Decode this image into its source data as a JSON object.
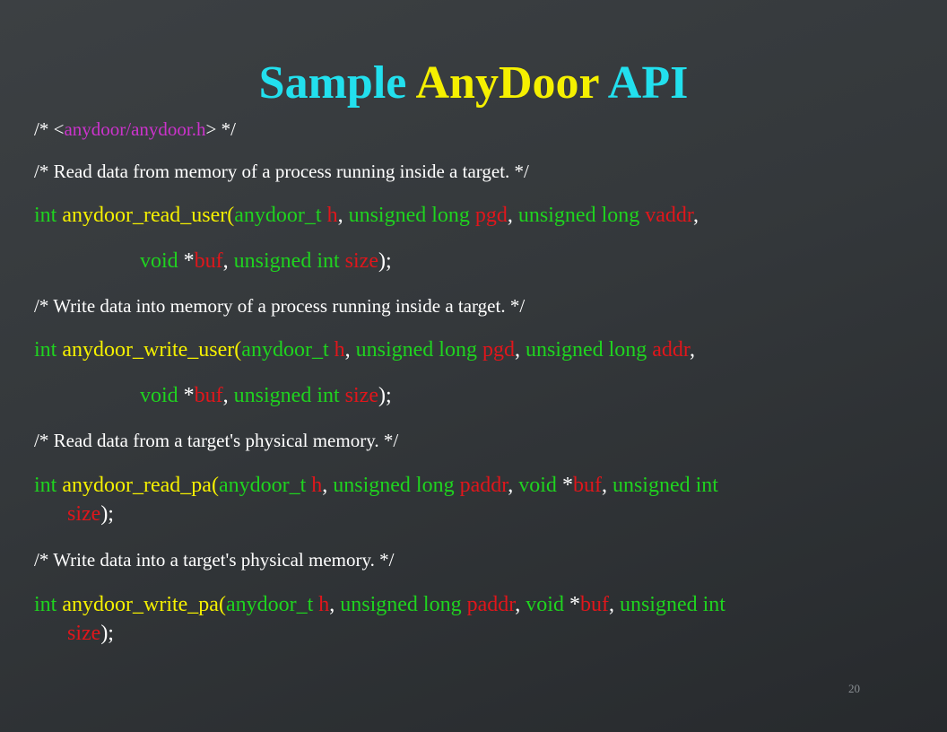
{
  "title": {
    "part1": "Sample ",
    "part2": "AnyDoor",
    "part3": " API"
  },
  "colors": {
    "title_cyan": "#22e0ee",
    "keyword_green": "#1fd31f",
    "function_yellow": "#f5f000",
    "param_red": "#e0161b",
    "header_magenta": "#cc33cc"
  },
  "header_line": {
    "open": "/* <",
    "file": "anydoor/anydoor.h",
    "close": "> */"
  },
  "functions": [
    {
      "comment": "/* Read data from memory of a process running inside a target. */",
      "ret": "int ",
      "name": "anydoor_read_user",
      "open": "(",
      "t1": "anydoor_t ",
      "p1": "h",
      "s1": ", ",
      "t2": "unsigned long ",
      "p2": "pgd",
      "s2": ", ",
      "t3": "unsigned long ",
      "p3": "vaddr",
      "s3": ",",
      "l2_t4": "void ",
      "l2_star": "*",
      "l2_p4": "buf",
      "l2_s4": ", ",
      "l2_t5": "unsigned int ",
      "l2_p5": "size",
      "l2_end": ");"
    },
    {
      "comment": "/* Write data into memory of a process running inside a target. */",
      "ret": "int ",
      "name": "anydoor_write_user",
      "open": "(",
      "t1": "anydoor_t ",
      "p1": "h",
      "s1": ", ",
      "t2": "unsigned long ",
      "p2": "pgd",
      "s2": ", ",
      "t3": "unsigned long ",
      "p3": "addr",
      "s3": ",",
      "l2_t4": "void ",
      "l2_star": "*",
      "l2_p4": "buf",
      "l2_s4": ", ",
      "l2_t5": "unsigned int ",
      "l2_p5": "size",
      "l2_end": ");"
    },
    {
      "comment": "/* Read data from a target's physical memory. */",
      "ret": "int ",
      "name": "anydoor_read_pa",
      "open": "(",
      "t1": "anydoor_t ",
      "p1": "h",
      "s1": ", ",
      "t2": "unsigned long ",
      "p2": "paddr",
      "s2": ", ",
      "t3": "void ",
      "star": "*",
      "p3": "buf",
      "s3": ", ",
      "t4": "unsigned int",
      "l2_p4": "size",
      "l2_end": ");"
    },
    {
      "comment": "/* Write data into a target's physical memory. */",
      "ret": "int ",
      "name": "anydoor_write_pa",
      "open": "(",
      "t1": "anydoor_t ",
      "p1": "h",
      "s1": ", ",
      "t2": "unsigned long ",
      "p2": "paddr",
      "s2": ", ",
      "t3": "void ",
      "star": "*",
      "p3": "buf",
      "s3": ", ",
      "t4": "unsigned int",
      "l2_p4": "size",
      "l2_end": ");"
    }
  ],
  "page_number": "20"
}
